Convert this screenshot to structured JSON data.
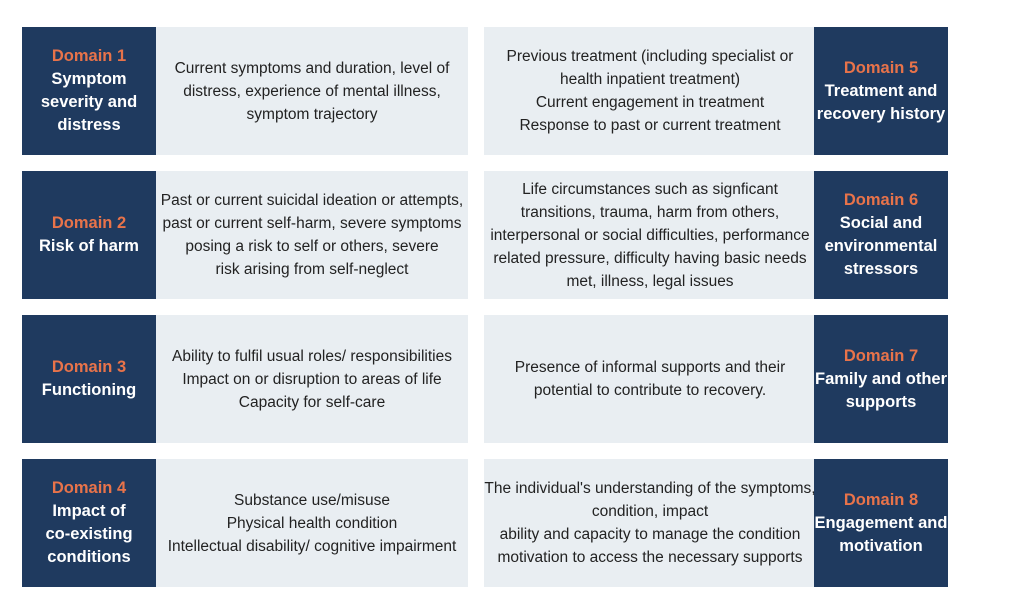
{
  "colors": {
    "navy": "#1f3a5f",
    "orange": "#e8734a",
    "light": "#e9eef2"
  },
  "rows": [
    {
      "left": {
        "num": "Domain 1",
        "title": [
          "Symptom",
          "severity and",
          "distress"
        ],
        "desc": [
          "Current symptoms and duration, level of",
          "distress, experience of mental illness,",
          "symptom trajectory"
        ]
      },
      "right": {
        "num": "Domain 5",
        "title": [
          "Treatment and",
          "recovery history"
        ],
        "desc": [
          "Previous treatment (including specialist or",
          "health inpatient treatment)",
          "Current engagement in treatment",
          "Response to past or current treatment"
        ]
      }
    },
    {
      "left": {
        "num": "Domain 2",
        "title": [
          "Risk of harm"
        ],
        "desc": [
          "Past or current suicidal ideation or attempts,",
          "past or current self-harm, severe symptoms",
          "posing a risk to self or others, severe",
          "risk arising from self-neglect"
        ]
      },
      "right": {
        "num": "Domain 6",
        "title": [
          "Social and",
          "environmental",
          "stressors"
        ],
        "desc": [
          "Life circumstances such as signficant",
          "transitions, trauma, harm from others,",
          "interpersonal or social difficulties, performance",
          "related pressure, difficulty having basic needs",
          "met, illness, legal issues"
        ]
      }
    },
    {
      "left": {
        "num": "Domain 3",
        "title": [
          "Functioning"
        ],
        "desc": [
          "Ability to fulfil usual roles/ responsibilities",
          "Impact on or disruption to areas of life",
          "Capacity for self-care"
        ]
      },
      "right": {
        "num": "Domain 7",
        "title": [
          "Family and other",
          "supports"
        ],
        "desc": [
          "Presence of informal supports and their",
          "potential to contribute to recovery."
        ]
      }
    },
    {
      "left": {
        "num": "Domain 4",
        "title": [
          "Impact of",
          "co-existing",
          "conditions"
        ],
        "desc": [
          "Substance use/misuse",
          "Physical health condition",
          "Intellectual disability/ cognitive impairment"
        ]
      },
      "right": {
        "num": "Domain 8",
        "title": [
          "Engagement and",
          "motivation"
        ],
        "desc": [
          "The individual's understanding of the symptoms,",
          "condition, impact",
          "ability and capacity to manage the condition",
          "motivation to access the necessary supports"
        ]
      }
    }
  ]
}
